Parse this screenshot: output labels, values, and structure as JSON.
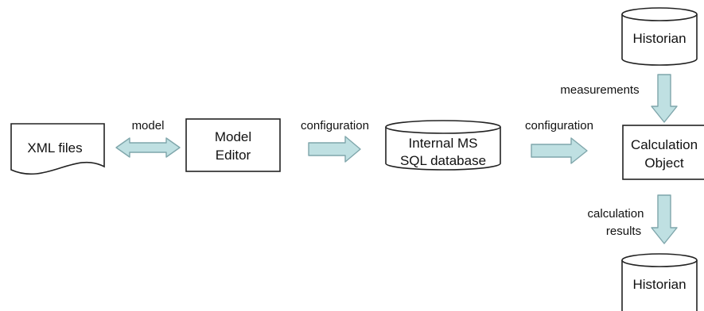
{
  "diagram": {
    "nodes": {
      "xml_files": {
        "label": "XML files"
      },
      "model_editor": {
        "line1": "Model",
        "line2": "Editor"
      },
      "internal_db": {
        "line1": "Internal MS",
        "line2": "SQL database"
      },
      "historian_top": {
        "label": "Historian"
      },
      "calc_object": {
        "line1": "Calculation",
        "line2": "Object"
      },
      "historian_bottom": {
        "label": "Historian"
      }
    },
    "edges": {
      "model": {
        "label": "model"
      },
      "config1": {
        "label": "configuration"
      },
      "config2": {
        "label": "configuration"
      },
      "measurements": {
        "label": "measurements"
      },
      "calc_results": {
        "line1": "calculation",
        "line2": "results"
      }
    }
  },
  "colors": {
    "arrow_fill": "#bfe0e2",
    "arrow_stroke": "#7fa6ab",
    "box_stroke": "#222222",
    "text": "#111111"
  },
  "icons": {
    "document_shape": "wavy-document",
    "database_shape": "cylinder"
  }
}
